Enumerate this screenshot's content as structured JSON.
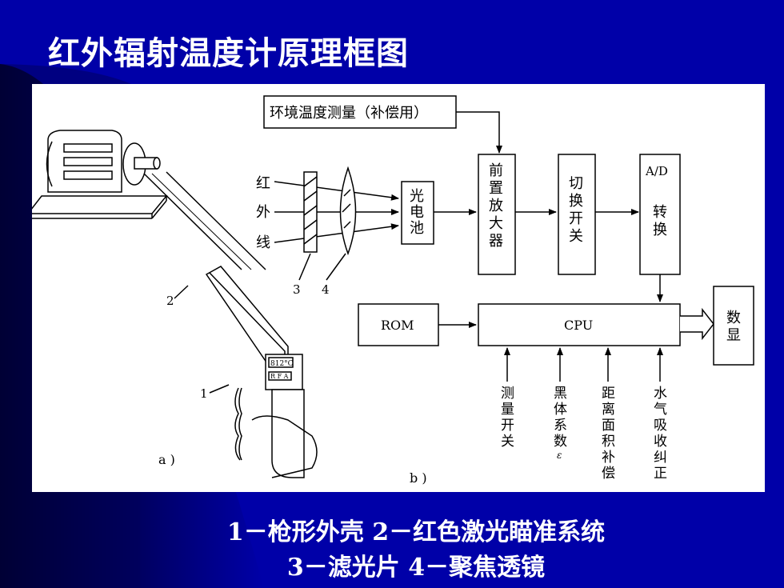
{
  "slide": {
    "title": "红外辐射温度计原理框图"
  },
  "diagram": {
    "env_box": "环境温度测量（补偿用）",
    "ir_label": [
      "红",
      "外",
      "线"
    ],
    "callouts": {
      "n1": "1",
      "n2": "2",
      "n3": "3",
      "n4": "4"
    },
    "photocell": [
      "光",
      "电",
      "池"
    ],
    "preamp": [
      "前",
      "置",
      "放",
      "大",
      "器"
    ],
    "switch": [
      "切",
      "换",
      "开",
      "关"
    ],
    "ad_top": "A/D",
    "ad_bottom": [
      "转",
      "换"
    ],
    "rom": "ROM",
    "cpu": "CPU",
    "display": [
      "数",
      "显"
    ],
    "inputs": [
      [
        "测",
        "量",
        "开",
        "关"
      ],
      [
        "黑",
        "体",
        "系",
        "数",
        "ε"
      ],
      [
        "距",
        "离",
        "面",
        "积",
        "补",
        "偿"
      ],
      [
        "水",
        "气",
        "吸",
        "收",
        "纠",
        "正"
      ]
    ],
    "gun_display": "812°C",
    "gun_buttons": "R F A",
    "label_a": "a )",
    "label_b": "b )"
  },
  "caption": {
    "line1": [
      {
        "num": "1",
        "dash": "－",
        "text": "枪形外壳"
      },
      {
        "num": "2",
        "dash": "－",
        "text": "红色激光瞄准系统"
      }
    ],
    "line2": [
      {
        "num": "3",
        "dash": "－",
        "text": "滤光片"
      },
      {
        "num": "4",
        "dash": "－",
        "text": "聚焦透镜"
      }
    ]
  }
}
